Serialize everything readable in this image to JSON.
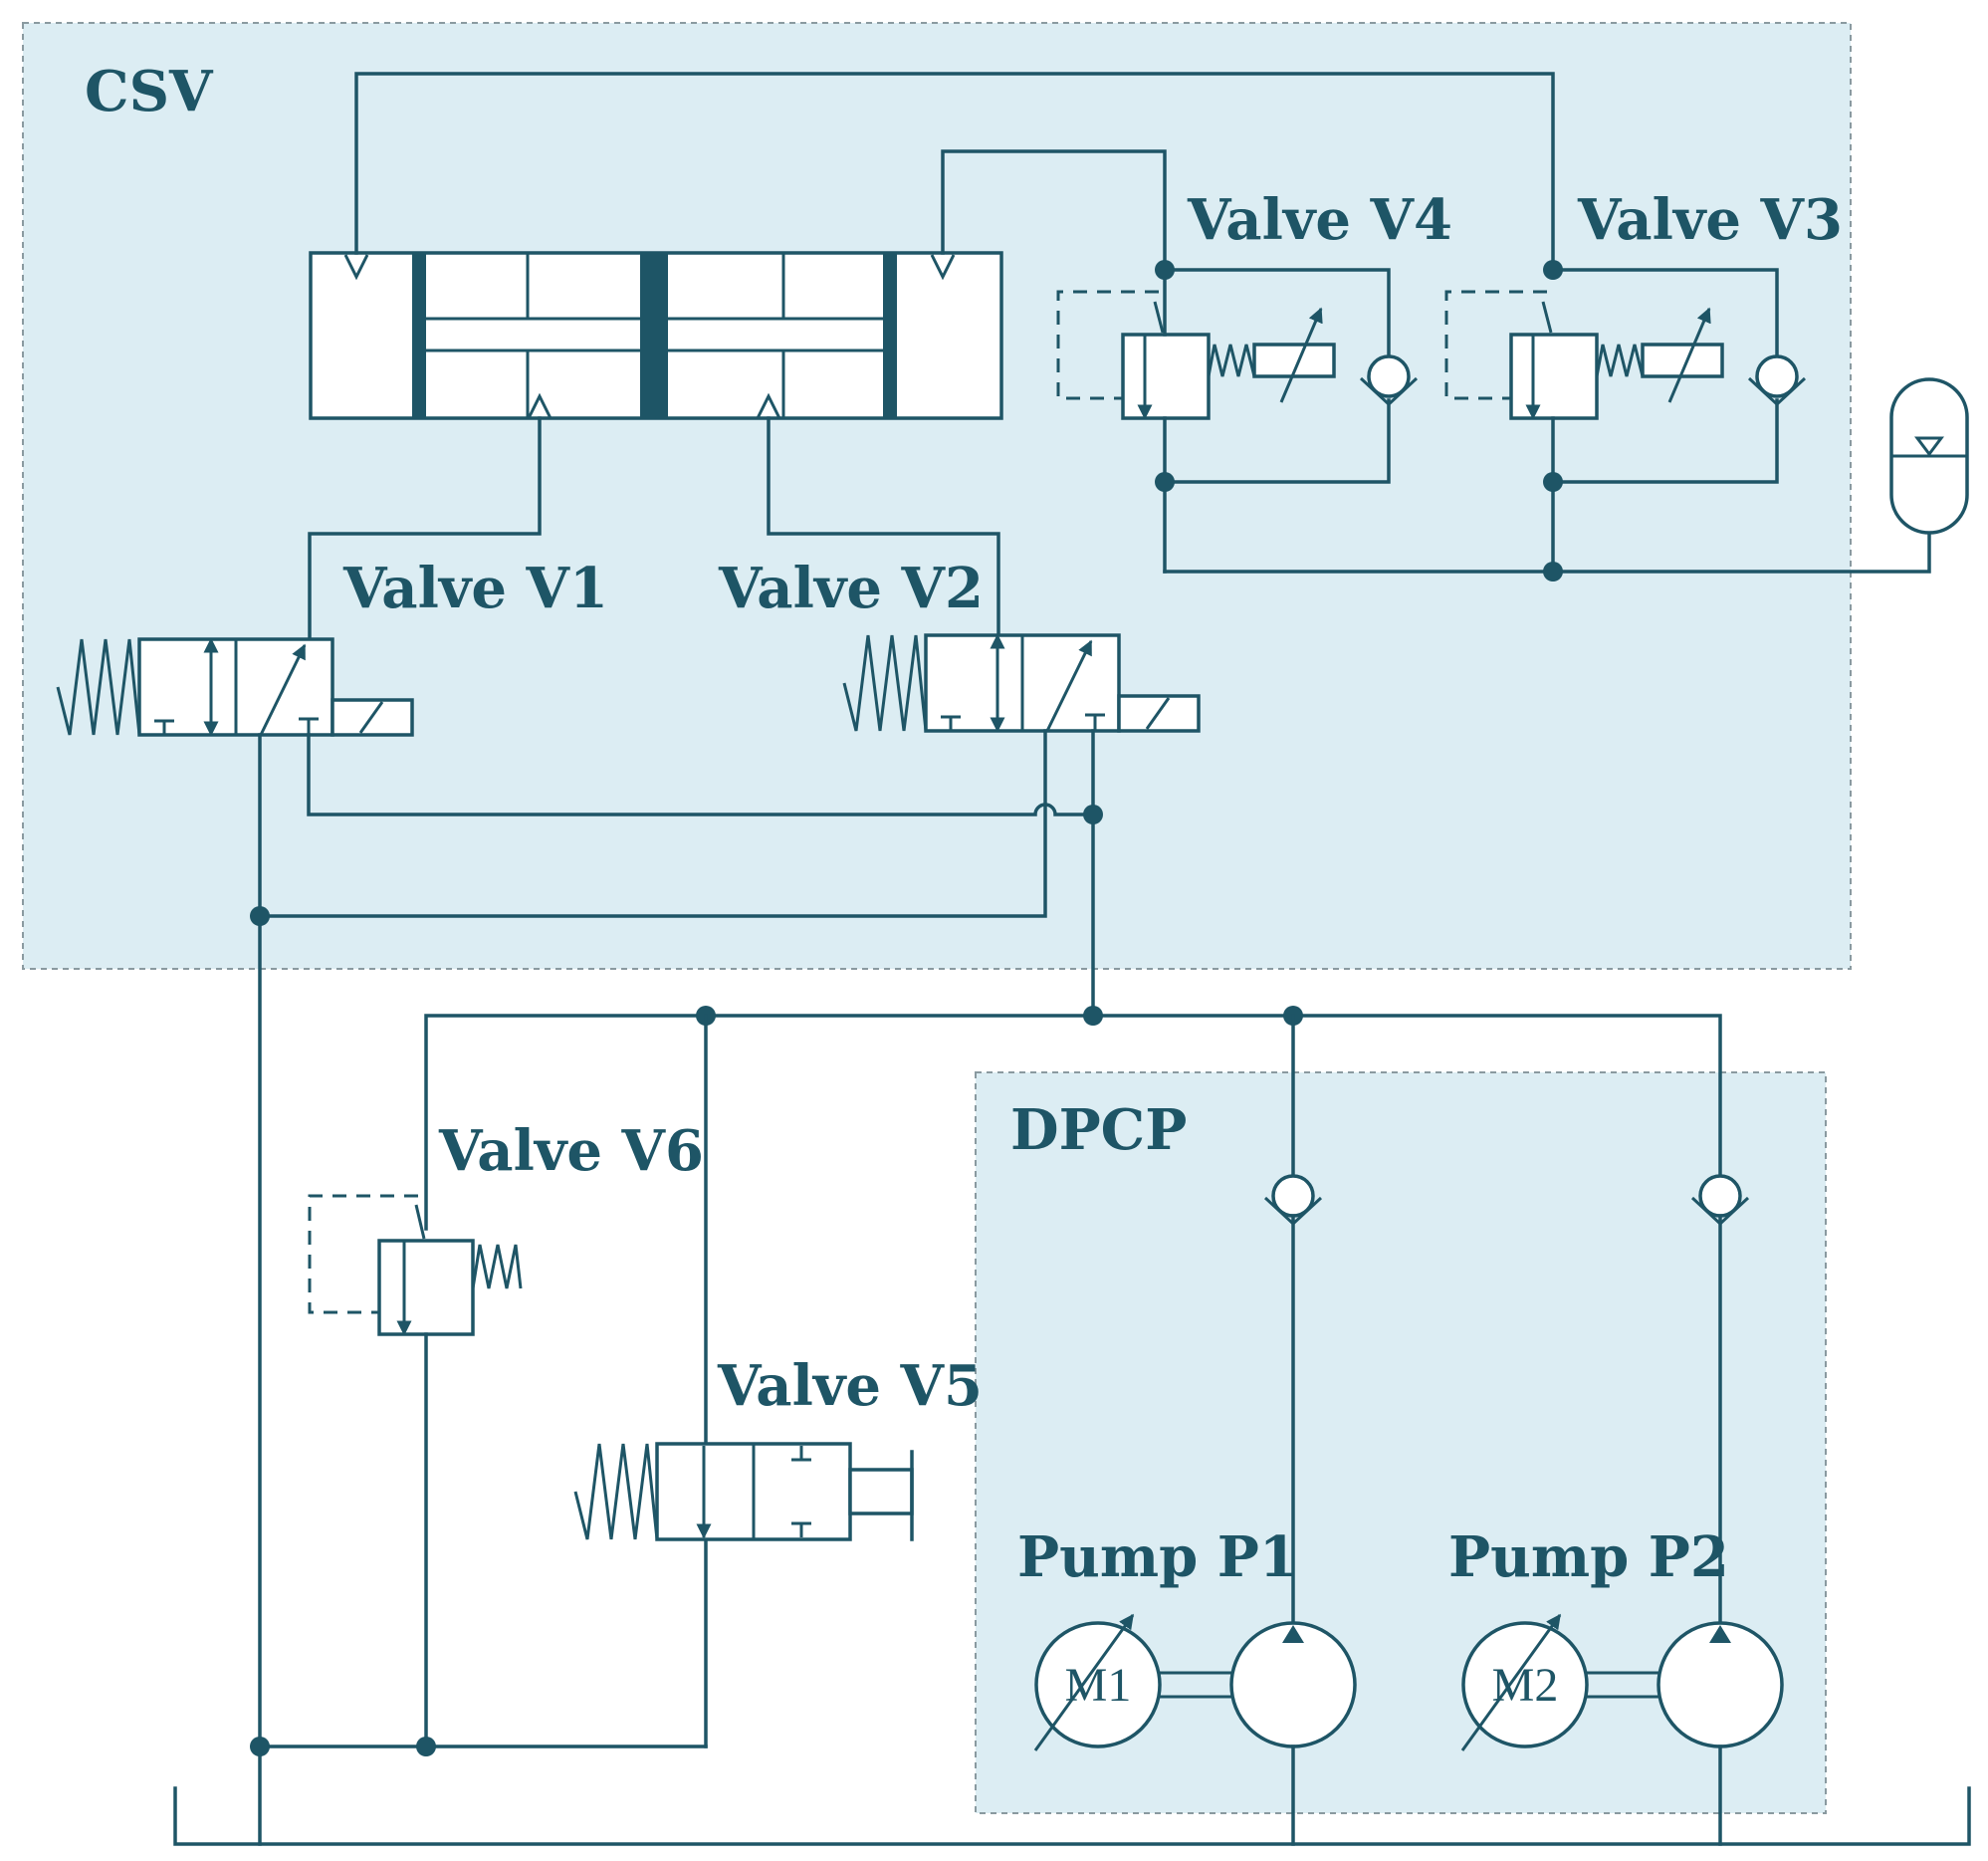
{
  "colors": {
    "line": "#1e5566",
    "region_fill": "#dcedf3",
    "region_border": "#8a9aa0",
    "background": "#ffffff"
  },
  "regions": {
    "csv": "CSV",
    "dpcp": "DPCP"
  },
  "valves": {
    "v1": "Valve V1",
    "v2": "Valve V2",
    "v3": "Valve V3",
    "v4": "Valve V4",
    "v5": "Valve V5",
    "v6": "Valve V6"
  },
  "pumps": {
    "p1": "Pump P1",
    "p2": "Pump P2"
  },
  "motors": {
    "m1": "M1",
    "m2": "M2"
  }
}
